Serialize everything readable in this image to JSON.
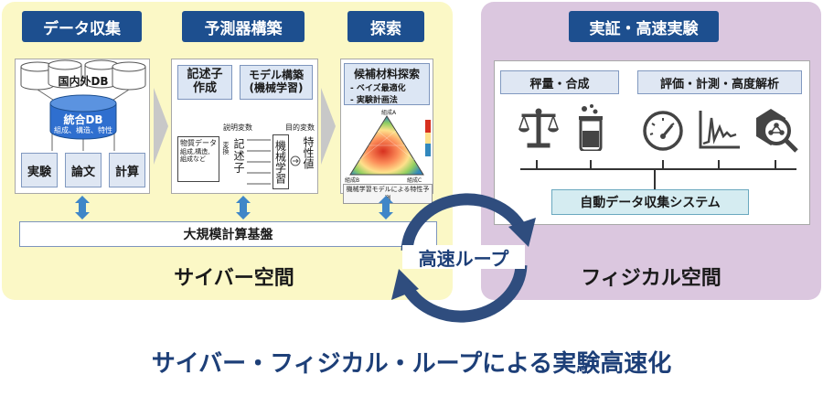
{
  "cyber": {
    "label": "サイバー空間",
    "step_collect": {
      "title": "データ収集",
      "db_outer": "国内外DB",
      "db_unified": "統合DB",
      "db_unified_sub": "組成、構造、特性",
      "sources": [
        "実験",
        "論文",
        "計算"
      ]
    },
    "step_predict": {
      "title": "予測器構築",
      "descriptor_box": "記述子\n作成",
      "model_box": "モデル構築\n(機械学習)",
      "explanatory_label": "説明変数",
      "objective_label": "目的変数",
      "material_data": "物質データ",
      "material_data_sub": "組成,構造,\n組成など",
      "transform_label": "変換",
      "descriptor_vertical": "記述子",
      "ml_vertical": "機械学習",
      "property_vertical": "特性値"
    },
    "step_explore": {
      "title": "探索",
      "candidate_title": "候補材料探索",
      "bullets": [
        "- ベイズ最適化",
        "- 実験計画法"
      ],
      "ternary_top": "組成A",
      "ternary_left": "組成B",
      "ternary_right": "組成C",
      "caption": "機械学習モデルによる特性予測"
    },
    "compute_platform": "大規模計算基盤"
  },
  "physical": {
    "label": "フィジカル空間",
    "title": "実証・高速実験",
    "group_left": "秤量・合成",
    "group_right": "評価・計測・高度解析",
    "icons": [
      "balance-icon",
      "beaker-icon",
      "gauge-icon",
      "spectrum-icon",
      "crystal-analysis-icon"
    ],
    "system": "自動データ収集システム"
  },
  "loop_label": "高速ループ",
  "footer": "サイバー・フィジカル・ループによる実験高速化",
  "colors": {
    "cyber_bg": "#fbf8c6",
    "physical_bg": "#dbc7df",
    "title_navy": "#1d4f8f",
    "db_blue": "#2f6fcf",
    "arrow_blue": "#3f86c8",
    "loop_navy": "#2f4d7e"
  }
}
